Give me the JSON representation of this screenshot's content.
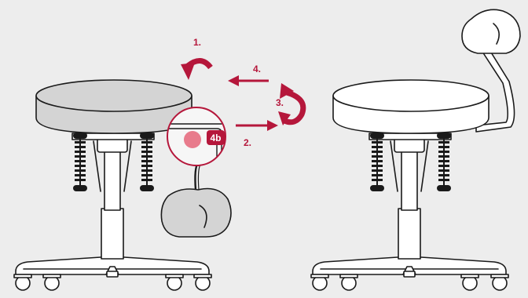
{
  "steps": [
    {
      "label": "1."
    },
    {
      "label": "2."
    },
    {
      "label": "3."
    },
    {
      "label": "4."
    }
  ],
  "badge": {
    "label": "4b"
  },
  "colors": {
    "background": "#ededed",
    "outline": "#1a1a1a",
    "seat_grey": "#d4d4d4",
    "white": "#ffffff",
    "accent": "#b5173b",
    "accent_soft": "#e87b8c",
    "magnifier_fill": "#f6f6f6",
    "spring": "#1a1a1a"
  }
}
